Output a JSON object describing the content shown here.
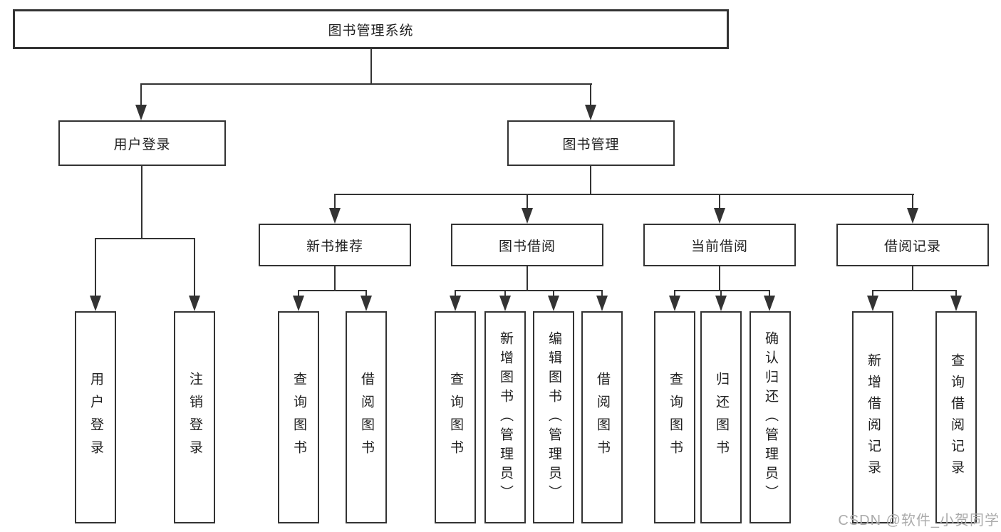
{
  "diagram": {
    "title": "图书管理系统",
    "root": {
      "label": "图书管理系统"
    },
    "level2": {
      "user_login": {
        "label": "用户登录"
      },
      "book_management": {
        "label": "图书管理"
      }
    },
    "level3": {
      "new_book_recommendation": {
        "label": "新书推荐"
      },
      "book_borrowing": {
        "label": "图书借阅"
      },
      "current_borrowing": {
        "label": "当前借阅"
      },
      "borrowing_records": {
        "label": "借阅记录"
      }
    },
    "leaves": {
      "user_login": [
        "用户登录",
        "注销登录"
      ],
      "new_book_recommendation": [
        "查询图书",
        "借阅图书"
      ],
      "book_borrowing": [
        "查询图书",
        "新增图书（管理员）",
        "编辑图书（管理员）",
        "借阅图书"
      ],
      "current_borrowing": [
        "查询图书",
        "归还图书",
        "确认归还（管理员）"
      ],
      "borrowing_records": [
        "新增借阅记录",
        "查询借阅记录"
      ]
    }
  },
  "watermark": "CSDN @软件_小贺同学",
  "colors": {
    "line": "#333333",
    "text": "#1f1f1f",
    "watermark": "#ababab",
    "background": "#ffffff"
  }
}
